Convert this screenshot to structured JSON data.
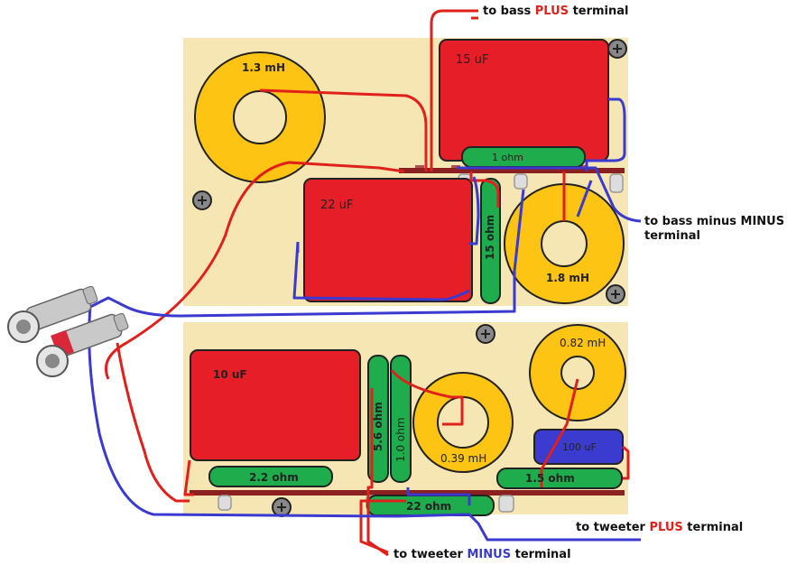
{
  "components": {
    "inductor_1_3mh": "1.3 mH",
    "cap_15uf": "15 uF",
    "res_1ohm": "1 ohm",
    "cap_22uf": "22 uF",
    "res_15ohm": "15 ohm",
    "inductor_1_8mh": "1.8 mH",
    "cap_10uf": "10 uF",
    "res_5_6ohm": "5.6 ohm",
    "res_1_0ohm": "1.0 ohm",
    "inductor_0_39mh": "0.39 mH",
    "inductor_0_82mh": "0.82 mH",
    "cap_100uf": "100 uF",
    "res_2_2ohm": "2.2 ohm",
    "res_1_5ohm": "1.5 ohm",
    "res_22ohm": "22 ohm"
  },
  "annotations": {
    "bass_plus": {
      "prefix": "to bass ",
      "highlight": "PLUS",
      "suffix": " terminal"
    },
    "bass_minus": {
      "line1": "to bass minus MINUS",
      "line2": "terminal"
    },
    "tweeter_plus": {
      "prefix": "to tweeter ",
      "highlight": "PLUS",
      "suffix": " terminal"
    },
    "tweeter_minus": {
      "prefix": "to tweeter ",
      "highlight": "MINUS",
      "suffix": " terminal"
    }
  },
  "colors": {
    "board": "#f5e6b4",
    "capacitor": "#e61e28",
    "inductor": "#fdc414",
    "resistor": "#1fac4c",
    "bus": "#8a2020",
    "wire_red": "#e0201a",
    "wire_blue": "#3a3ad0",
    "cap_100": "#3b3bd0"
  }
}
